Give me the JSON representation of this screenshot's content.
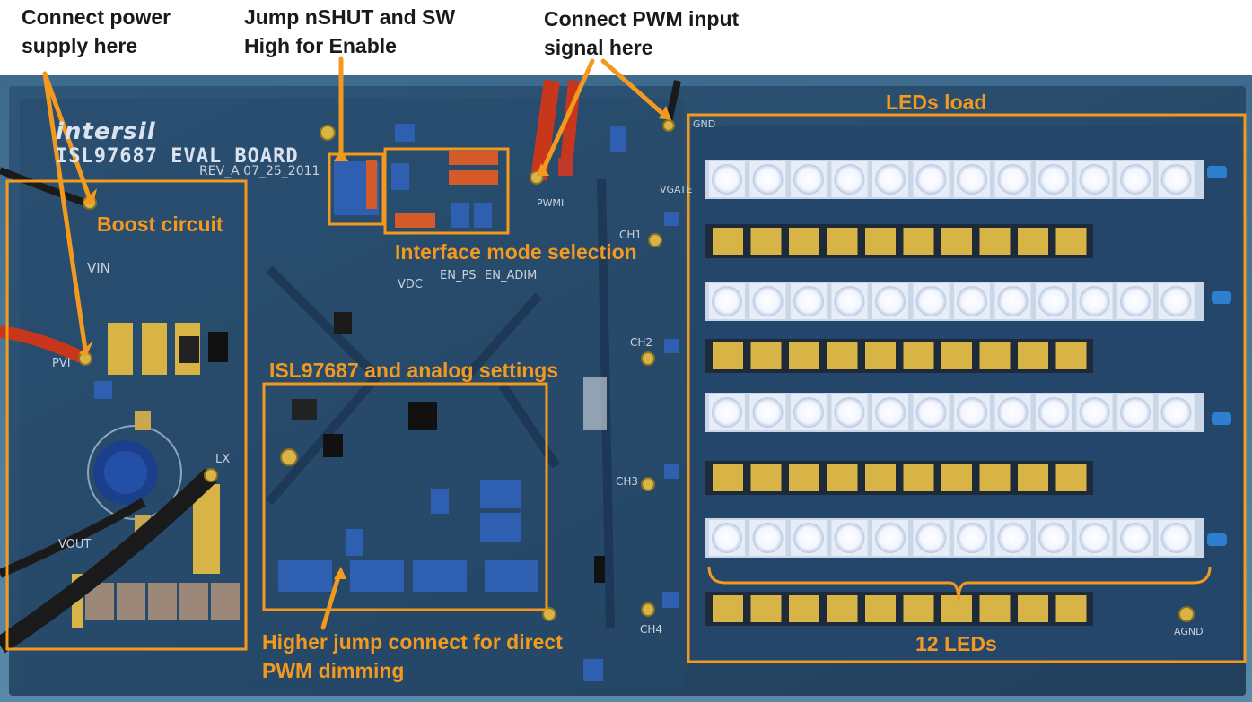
{
  "annotations": {
    "power_supply": "Connect power\nsupply here",
    "jump_nshut": "Jump nSHUT and SW\nHigh for Enable",
    "pwm_input": "Connect PWM input\nsignal here",
    "leds_load": "LEDs load",
    "boost_circuit": "Boost circuit",
    "interface_mode": "Interface mode selection",
    "isl_settings": "ISL97687 and analog settings",
    "higher_jump": "Higher jump connect for direct\nPWM dimming",
    "twelve_leds": "12 LEDs"
  },
  "board": {
    "logo": "intersil",
    "name": "ISL97687 EVAL BOARD",
    "revision": "REV_A  07_25_2011",
    "silk_labels": {
      "vin": "VIN",
      "vout": "VOUT",
      "lx": "LX",
      "pvin": "PVI",
      "gnd": "GND",
      "agnd": "AGND",
      "vdc": "VDC",
      "en_ps": "EN_PS",
      "en_adim": "EN_ADIM",
      "ch1": "CH1",
      "ch2": "CH2",
      "ch3": "CH3",
      "ch4": "CH4",
      "vgate": "VGATE",
      "pwmi": "PWMI"
    }
  },
  "colors": {
    "annotation_orange": "#f39a1e",
    "board_blue": "#2b4f6f",
    "board_dark": "#1f3c58",
    "gold_pad": "#d8b446",
    "led_white": "#ffffff",
    "jumper_blue": "#2f5fb0"
  }
}
